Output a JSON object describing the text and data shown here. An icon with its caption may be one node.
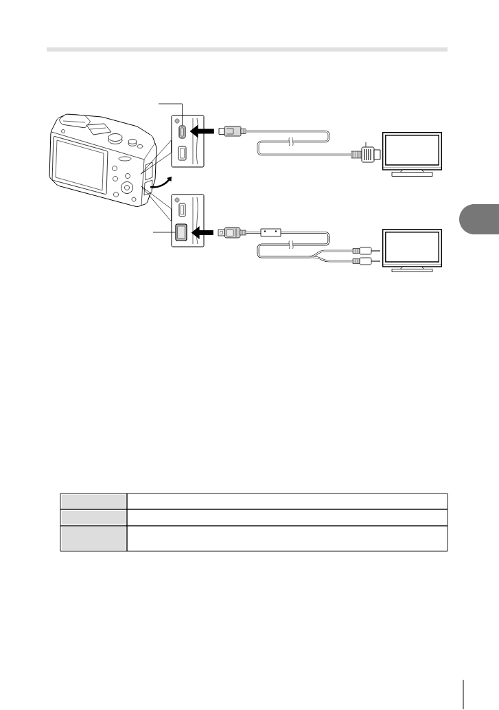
{
  "diagram": {
    "nodes": [
      {
        "text": [],
        "shape": "picture"
      },
      {
        "text": [],
        "shape": "box"
      },
      {
        "text": [],
        "shape": "box",
        "in": 1
      },
      {
        "text": [],
        "shape": "picture"
      },
      {
        "text": [],
        "shape": "picture"
      },
      {
        "text": [],
        "shape": "picture"
      },
      {
        "text": [],
        "shape": "box"
      },
      {
        "text": [],
        "shape": "box",
        "in": 6
      },
      {
        "text": [],
        "shape": "picture"
      },
      {
        "text": [],
        "shape": "picture"
      },
      {
        "text": [],
        "shape": "picture"
      },
      {
        "text": [],
        "shape": "picture"
      }
    ],
    "edges": [
      {
        "from": 0,
        "to": 1,
        "arrow": "none"
      },
      {
        "from": null,
        "to": 2,
        "arrow": "none"
      },
      {
        "from": 3,
        "to": 2,
        "arrow": "to",
        "style": "thick"
      },
      {
        "from": 3,
        "to": 4,
        "arrow": "none"
      },
      {
        "from": null,
        "to": 4,
        "arrow": "none"
      },
      {
        "from": 0,
        "to": 6,
        "arrow": "none"
      },
      {
        "from": null,
        "to": 7,
        "arrow": "none"
      },
      {
        "from": 8,
        "to": 7,
        "arrow": "to",
        "style": "thick"
      },
      {
        "from": 8,
        "to": 9,
        "arrow": "none"
      },
      {
        "from": 8,
        "to": 10,
        "arrow": "none"
      }
    ]
  }
}
